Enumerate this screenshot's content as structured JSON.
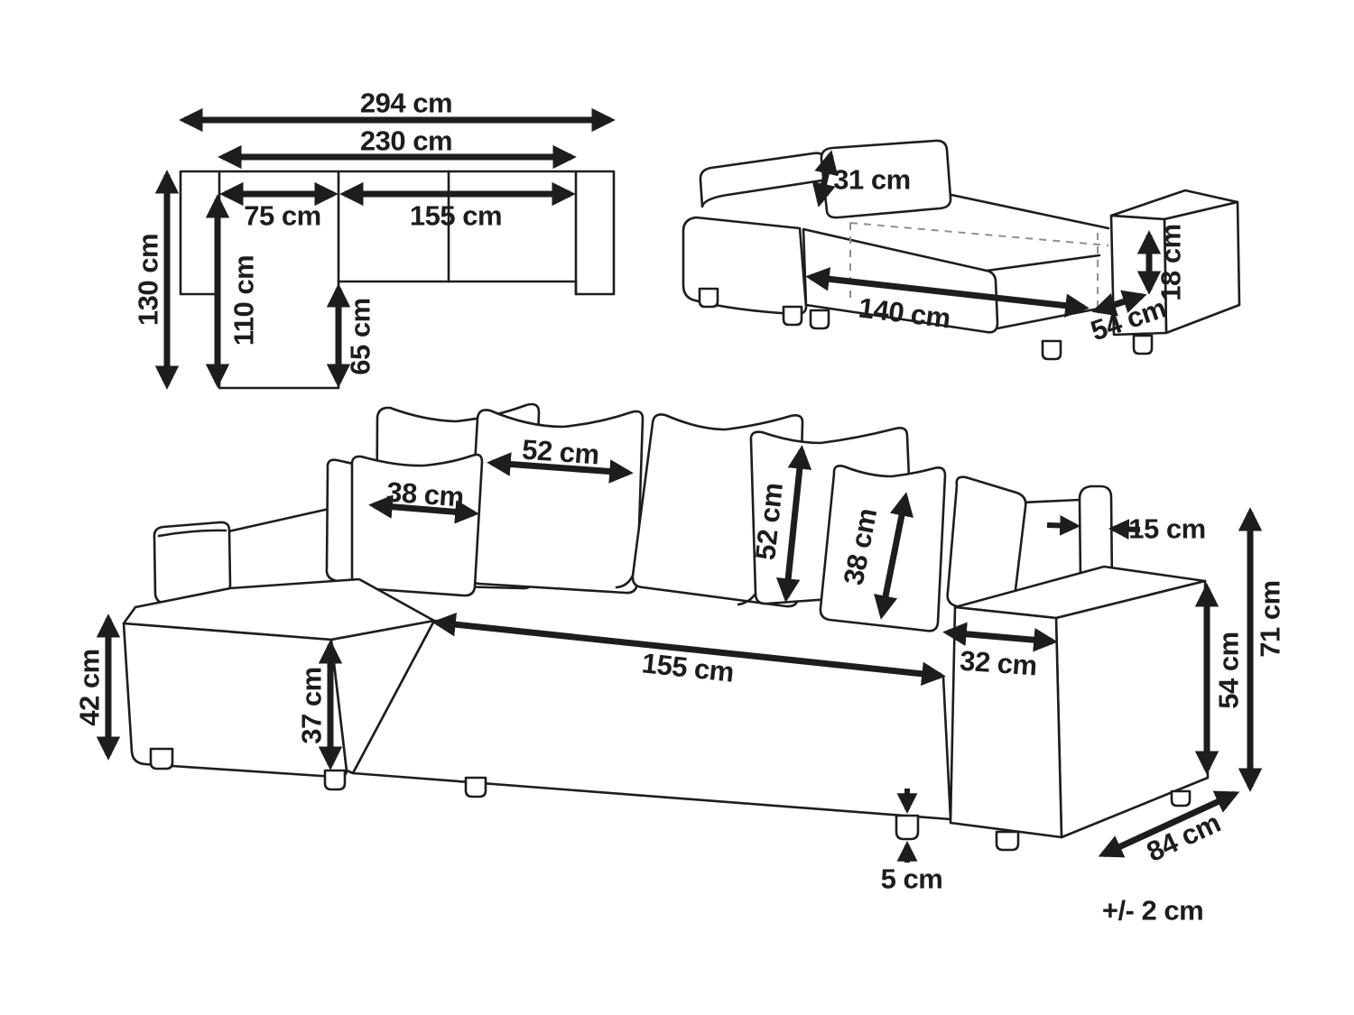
{
  "page": {
    "background": "#ffffff",
    "line_color": "#1d1d1b",
    "dash_color": "#8f8f8f",
    "diagram_type": "furniture dimension drawing",
    "subject": "corner sofa bed with left chaise, cushions and pull-out bed"
  },
  "plan_view": {
    "labels": {
      "total_width": "294 cm",
      "inner_width": "230 cm",
      "chaise_width": "75 cm",
      "seat_width": "155 cm",
      "total_depth": "130 cm",
      "chaise_depth": "110 cm",
      "chaise_extension": "65 cm"
    }
  },
  "bed_view": {
    "labels": {
      "back_cushion_thickness": "31 cm",
      "bed_length": "140 cm",
      "bed_extension_depth": "54 cm",
      "bed_clearance_height": "18 cm"
    }
  },
  "sofa_view": {
    "labels": {
      "large_pillow_width": "52 cm",
      "small_pillow_width": "38 cm",
      "large_pillow_height": "52 cm",
      "small_pillow_height": "38 cm",
      "backrest_thickness": "15 cm",
      "chaise_seat_height": "42 cm",
      "seat_height": "37 cm",
      "seat_width": "155 cm",
      "armrest_width": "32 cm",
      "armrest_height": "54 cm",
      "overall_height": "71 cm",
      "leg_height": "5 cm",
      "overall_depth": "84 cm"
    }
  },
  "footnote": {
    "tolerance": "+/- 2 cm"
  }
}
